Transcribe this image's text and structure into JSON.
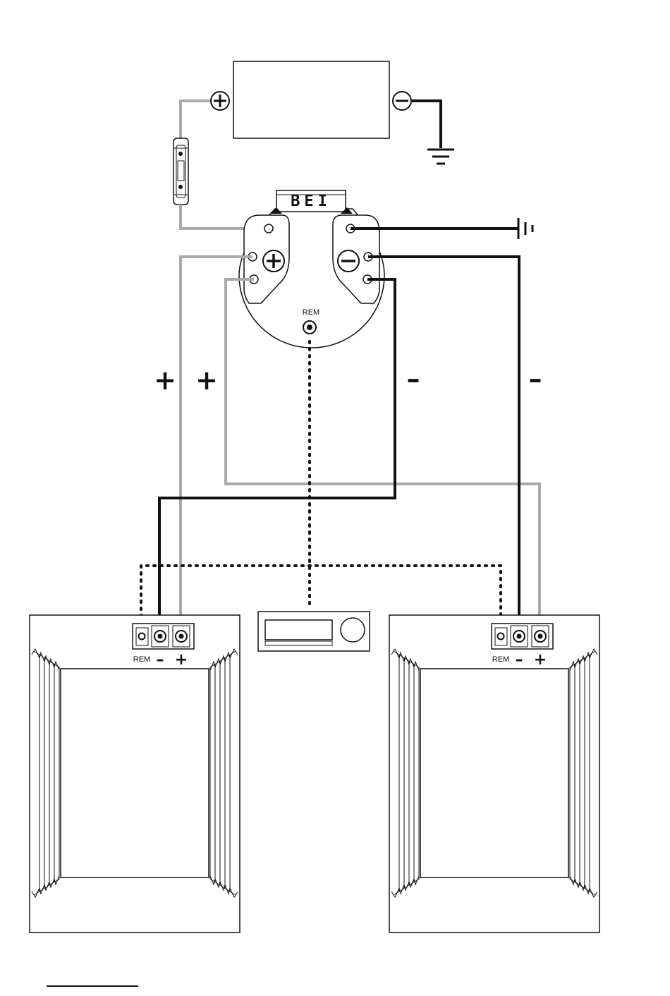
{
  "device": {
    "brand": "BEI",
    "rem_label": "REM"
  },
  "wire_labels": {
    "plus_1": "+",
    "plus_2": "+",
    "minus_1": "–",
    "minus_2": "–"
  },
  "amp_left": {
    "rem_label": "REM",
    "minus_label": "–",
    "plus_label": "+"
  },
  "amp_right": {
    "rem_label": "REM",
    "minus_label": "–",
    "plus_label": "+"
  },
  "colors": {
    "positive_wire": "#aaaaaa",
    "negative_wire": "#111111",
    "remote_wire": "#111111"
  }
}
